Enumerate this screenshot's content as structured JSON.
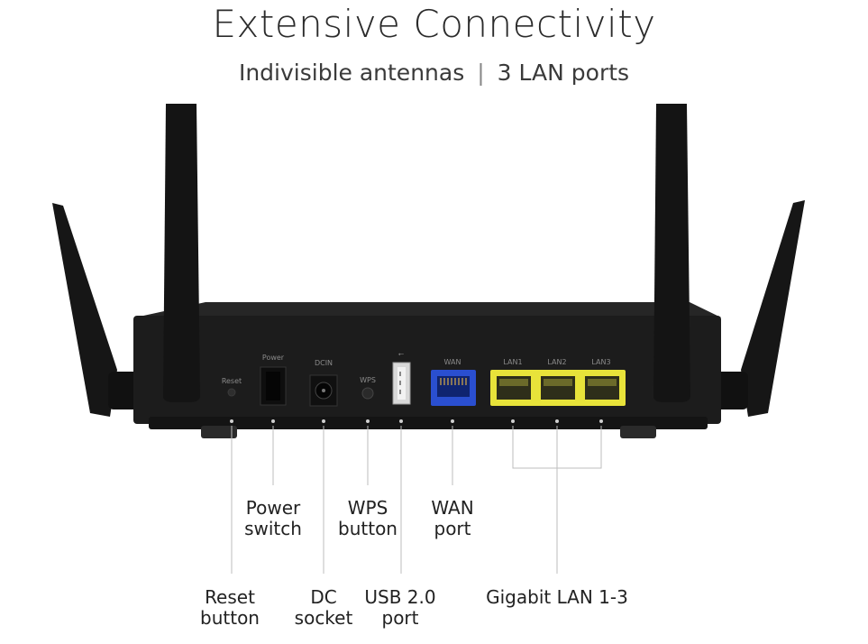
{
  "title": "Extensive Connectivity",
  "subtitle_left": "Indivisible antennas",
  "subtitle_sep": "|",
  "subtitle_right": "3 LAN ports",
  "device_labels": {
    "reset": "Reset",
    "power": "Power",
    "dcin": "DCIN",
    "wps": "WPS",
    "wan": "WAN",
    "lan1": "LAN1",
    "lan2": "LAN2",
    "lan3": "LAN3"
  },
  "callouts": {
    "power_switch": [
      "Power",
      "switch"
    ],
    "wps_button": [
      "WPS",
      "button"
    ],
    "wan_port": [
      "WAN",
      "port"
    ],
    "reset_button": [
      "Reset",
      "button"
    ],
    "dc_socket": [
      "DC",
      "socket"
    ],
    "usb_port": [
      "USB 2.0",
      "port"
    ],
    "gigabit_lan": [
      "Gigabit LAN 1-3"
    ]
  },
  "colors": {
    "router_body": "#1c1c1c",
    "wan_port": "#2a4fd0",
    "lan_port": "#e8e33a"
  }
}
